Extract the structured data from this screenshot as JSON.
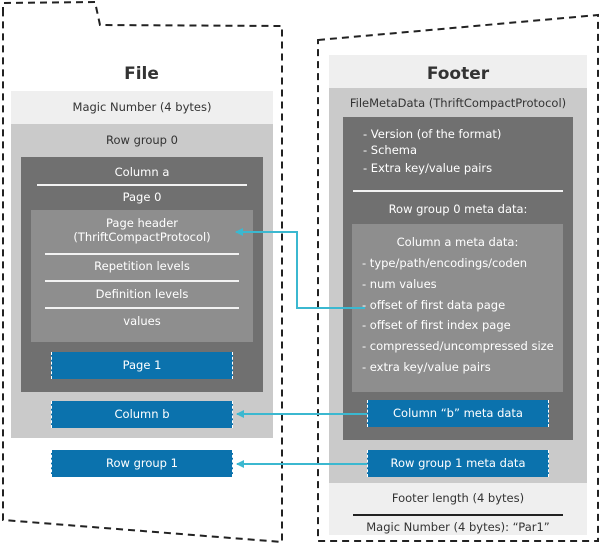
{
  "file": {
    "title": "File",
    "magic_number": "Magic Number (4 bytes)",
    "row_group_0": {
      "label": "Row group 0",
      "column_a": {
        "label": "Column a",
        "page_0": {
          "label": "Page 0",
          "page_header_line1": "Page header",
          "page_header_line2": "(ThriftCompactProtocol)",
          "sections": [
            "Repetition levels",
            "Definition levels",
            "values"
          ]
        },
        "page_1": "Page 1"
      },
      "column_b": "Column b"
    },
    "row_group_1": "Row group 1"
  },
  "footer": {
    "title": "Footer",
    "file_metadata": {
      "label": "FileMetaData (ThriftCompactProtocol)",
      "items": [
        "- Version (of the format)",
        "- Schema",
        "- Extra key/value pairs"
      ],
      "row_group_0_meta": {
        "label": "Row group 0 meta data:",
        "column_a_meta": {
          "label": "Column a meta data:",
          "items": [
            "- type/path/encodings/coden",
            "- num values",
            "- offset of first data page",
            "- offset of first index page",
            "- compressed/uncompressed size",
            "- extra key/value pairs"
          ]
        },
        "column_b_meta": "Column “b” meta data"
      },
      "row_group_1_meta": "Row group 1 meta data"
    },
    "footer_length": "Footer length (4 bytes)",
    "magic_number": "Magic Number (4 bytes): “Par1”"
  },
  "colors": {
    "arrow": "#3bb8d0",
    "blue_block": "#0b72ad",
    "dark_block": "#707070",
    "medium_block": "#8e8e8e",
    "mid_block": "#cacaca",
    "light_block": "#efefef"
  }
}
